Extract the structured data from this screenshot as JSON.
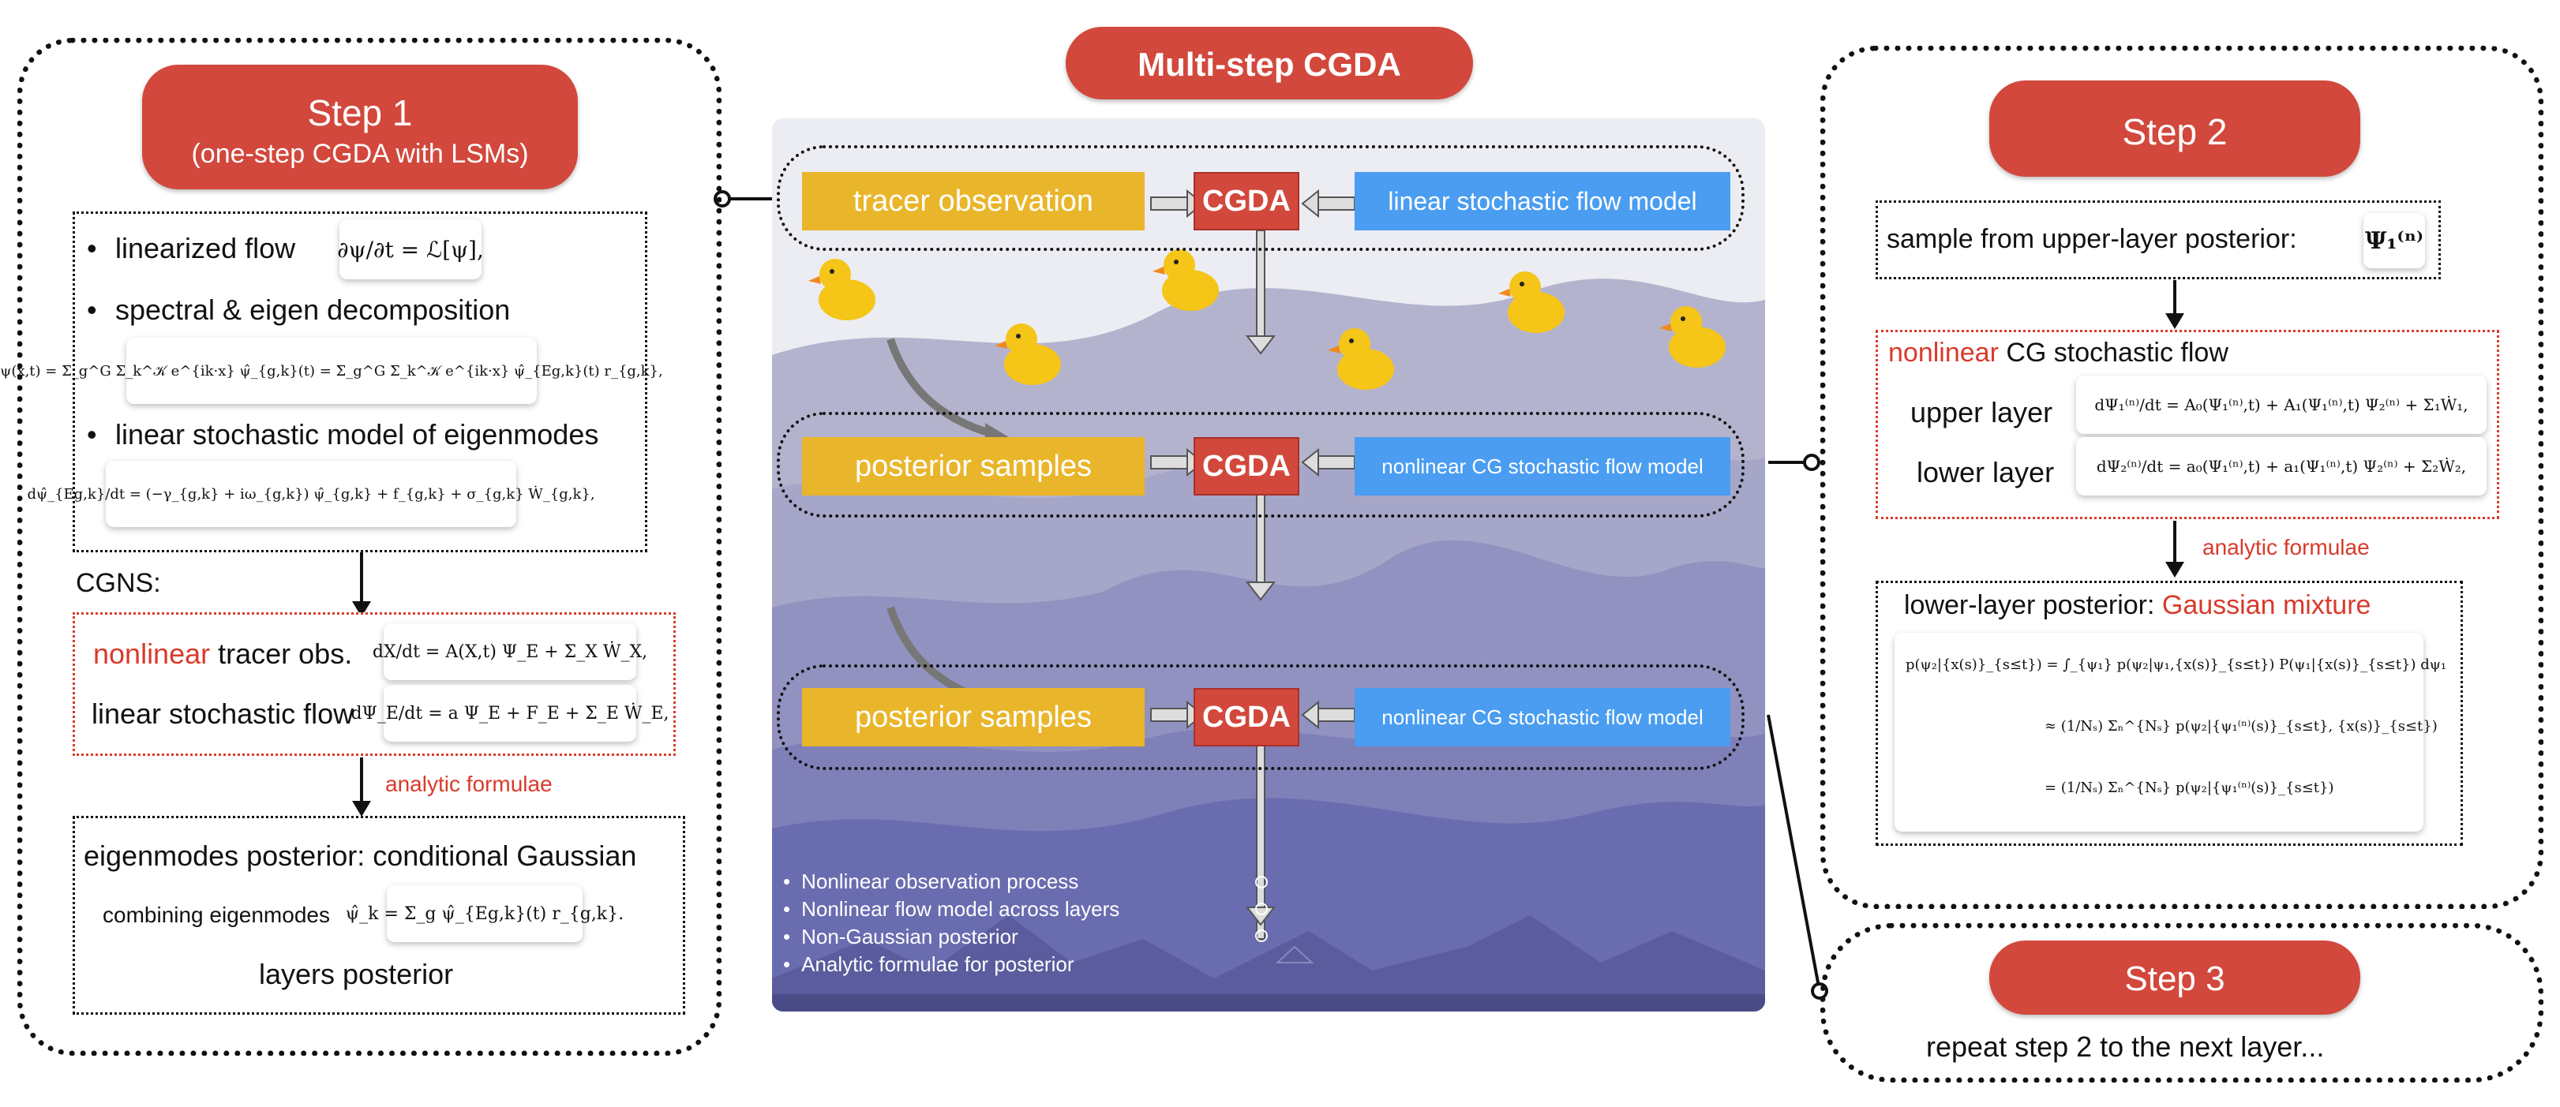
{
  "title": "Multi-step CGDA",
  "colors": {
    "accent_red": "#d2483c",
    "flow_yellow": "#e9b52a",
    "flow_blue": "#4a9df0",
    "panel_bg": "#6b6fb0"
  },
  "step1": {
    "title": "Step 1",
    "subtitle": "(one-step CGDA with LSMs)",
    "bullets": [
      "linearized flow",
      "spectral & eigen decomposition",
      "linear stochastic model of eigenmodes"
    ],
    "eq_linearized": "∂ψ/∂t = ℒ[ψ],",
    "eq_spectral": "ψ(x,t) = Σ_g^G Σ_k^𝒦 e^{ik·x} ψ̂_{g,k}(t) = Σ_g^G Σ_k^𝒦 e^{ik·x} ψ̂_{Eg,k}(t) r_{g,k},",
    "eq_lsm": "dψ̂_{Eg,k}/dt = (−γ_{g,k} + iω_{g,k}) ψ̂_{g,k} + f_{g,k} + σ_{g,k} Ẇ_{g,k},",
    "cgns_label": "CGNS:",
    "nonlinear_word": "nonlinear",
    "tracer_obs": " tracer obs.",
    "linear_flow": "linear stochastic flow",
    "eq_tracer": "dX/dt = A(X,t) Ψ_E + Σ_X Ẇ_X,",
    "eq_flow": "dΨ_E/dt = a Ψ_E + F_E + Σ_E Ẇ_E,",
    "analytic": "analytic formulae",
    "posterior_prefix": "eigenmodes posterior: conditional  Gaussian",
    "combining": "combining eigenmodes",
    "eq_combine": "ψ̂_k = Σ_g ψ̂_{Eg,k}(t) r_{g,k}.",
    "layers_posterior": "layers posterior"
  },
  "center": {
    "rows": [
      {
        "left": "tracer observation",
        "mid": "CGDA",
        "right": "linear stochastic flow model"
      },
      {
        "left": "posterior samples",
        "mid": "CGDA",
        "right": "nonlinear CG stochastic flow model"
      },
      {
        "left": "posterior samples",
        "mid": "CGDA",
        "right": "nonlinear CG stochastic flow model"
      }
    ],
    "features": [
      "Nonlinear observation process",
      "Nonlinear flow model across layers",
      "Non-Gaussian posterior",
      "Analytic formulae for posterior"
    ]
  },
  "step2": {
    "title": "Step 2",
    "sample_label": "sample from upper-layer posterior:",
    "eq_sample": "Ψ₁⁽ⁿ⁾",
    "nonlinear_word": "nonlinear",
    "cg_flow": " CG  stochastic flow",
    "upper_layer": "upper layer",
    "lower_layer": "lower layer",
    "eq_upper": "dΨ₁⁽ⁿ⁾/dt = A₀(Ψ₁⁽ⁿ⁾,t) + A₁(Ψ₁⁽ⁿ⁾,t) Ψ₂⁽ⁿ⁾ + Σ₁Ẇ₁,",
    "eq_lower": "dΨ₂⁽ⁿ⁾/dt = a₀(Ψ₁⁽ⁿ⁾,t) + a₁(Ψ₁⁽ⁿ⁾,t) Ψ₂⁽ⁿ⁾ + Σ₂Ẇ₂,",
    "analytic": "analytic formulae",
    "posterior_prefix": "lower-layer posterior: ",
    "posterior_red": "Gaussian mixture",
    "eq_post1": "p(ψ₂|{x(s)}_{s≤t}) = ∫_{ψ₁} p(ψ₂|ψ₁,{x(s)}_{s≤t}) P(ψ₁|{x(s)}_{s≤t}) dψ₁",
    "eq_post2": "≈ (1/Nₛ) Σₙ^{Nₛ} p(ψ₂|{ψ₁⁽ⁿ⁾(s)}_{s≤t}, {x(s)}_{s≤t})",
    "eq_post3": "= (1/Nₛ) Σₙ^{Nₛ} p(ψ₂|{ψ₁⁽ⁿ⁾(s)}_{s≤t})"
  },
  "step3": {
    "title": "Step 3",
    "text": "repeat step 2 to the next layer..."
  }
}
